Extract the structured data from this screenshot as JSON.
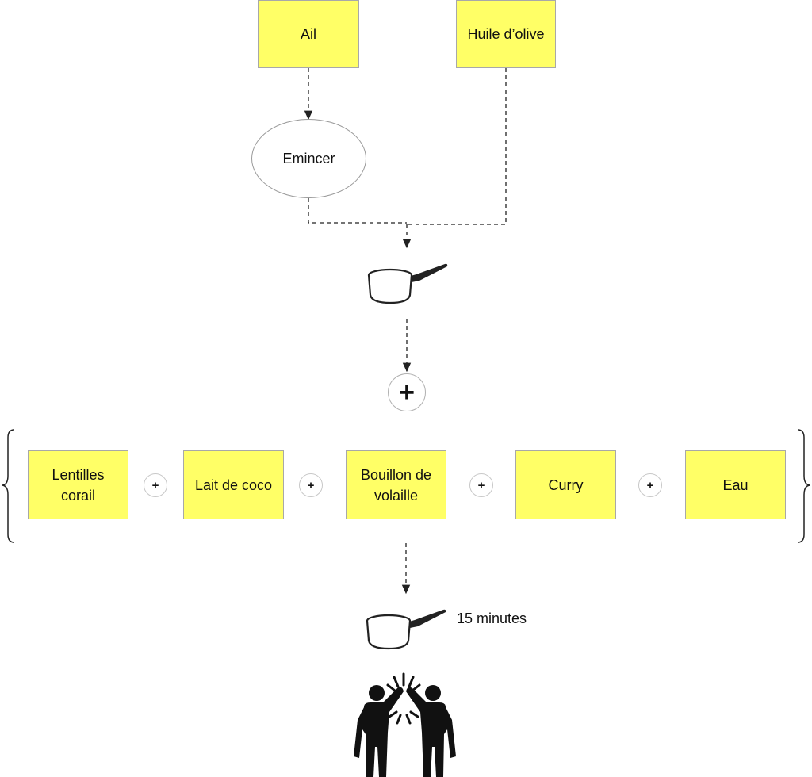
{
  "sources": {
    "ail": "Ail",
    "huile": "Huile d’olive"
  },
  "step": {
    "emincer": "Emincer"
  },
  "operators": {
    "plus": "+"
  },
  "ingredients": [
    {
      "label": "Lentilles\ncorail"
    },
    {
      "label": "Lait de coco"
    },
    {
      "label": "Bouillon de\nvolaille"
    },
    {
      "label": "Curry"
    },
    {
      "label": "Eau"
    }
  ],
  "cooking": {
    "duration": "15 minutes"
  },
  "icons": {
    "saucepan": "saucepan-icon",
    "celebrate": "high-five-icon"
  },
  "colors": {
    "note_fill": "#ffff66",
    "note_border": "#a8a8a8",
    "line": "#222222"
  }
}
